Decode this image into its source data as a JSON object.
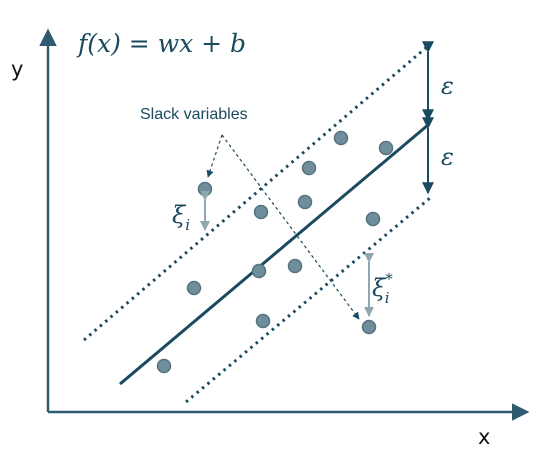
{
  "formula": "f(x) = wx + b",
  "axes": {
    "x_label": "x",
    "y_label": "y"
  },
  "epsilon_symbol": "ε",
  "annotation": {
    "label": "Slack variables"
  },
  "slack_lower": {
    "symbol": "ξ",
    "subscript": "i"
  },
  "slack_upper": {
    "symbol": "ξ",
    "subscript": "i",
    "superscript": "*"
  },
  "colors": {
    "line": "#1a4a60",
    "point_fill": "#6f8e9b",
    "point_stroke": "#55737f",
    "slack_arrow": "#8fa7b1",
    "axis": "#2f5a70"
  }
}
